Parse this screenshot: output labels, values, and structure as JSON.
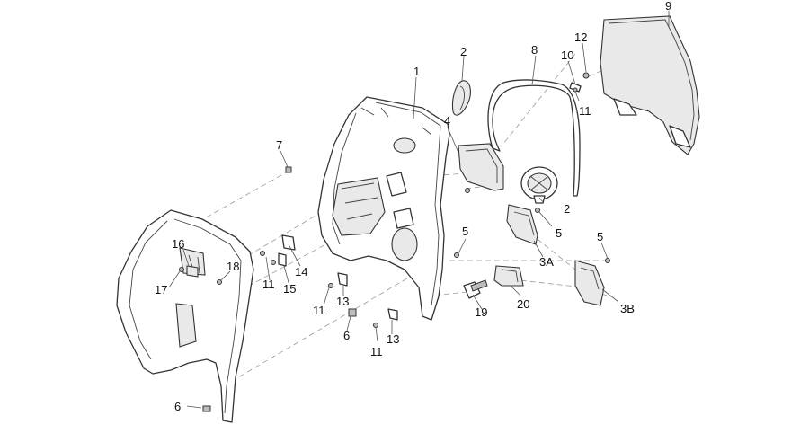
{
  "callouts": [
    {
      "id": "c1",
      "text": "1"
    },
    {
      "id": "c2a",
      "text": "2"
    },
    {
      "id": "c2b",
      "text": "2"
    },
    {
      "id": "c3a",
      "text": "3A"
    },
    {
      "id": "c3b",
      "text": "3B"
    },
    {
      "id": "c4",
      "text": "4"
    },
    {
      "id": "c5a",
      "text": "5"
    },
    {
      "id": "c5b",
      "text": "5"
    },
    {
      "id": "c5c",
      "text": "5"
    },
    {
      "id": "c6a",
      "text": "6"
    },
    {
      "id": "c6b",
      "text": "6"
    },
    {
      "id": "c7",
      "text": "7"
    },
    {
      "id": "c8",
      "text": "8"
    },
    {
      "id": "c9",
      "text": "9"
    },
    {
      "id": "c10",
      "text": "10"
    },
    {
      "id": "c11a",
      "text": "11"
    },
    {
      "id": "c11b",
      "text": "11"
    },
    {
      "id": "c11c",
      "text": "11"
    },
    {
      "id": "c11d",
      "text": "11"
    },
    {
      "id": "c12",
      "text": "12"
    },
    {
      "id": "c13a",
      "text": "13"
    },
    {
      "id": "c13b",
      "text": "13"
    },
    {
      "id": "c14",
      "text": "14"
    },
    {
      "id": "c15",
      "text": "15"
    },
    {
      "id": "c16",
      "text": "16"
    },
    {
      "id": "c17",
      "text": "17"
    },
    {
      "id": "c18",
      "text": "18"
    },
    {
      "id": "c19",
      "text": "19"
    },
    {
      "id": "c20",
      "text": "20"
    }
  ]
}
